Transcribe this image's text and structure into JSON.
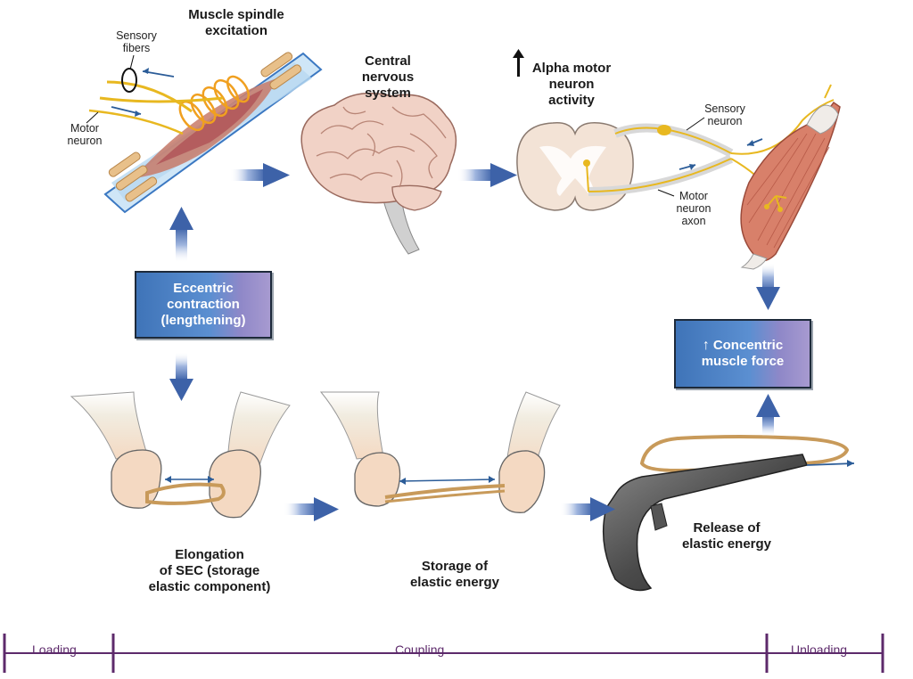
{
  "labels": {
    "spindle": [
      "Muscle spindle",
      "excitation"
    ],
    "sensory_fibers": [
      "Sensory",
      "fibers"
    ],
    "motor_neuron": [
      "Motor",
      "neuron"
    ],
    "cns": [
      "Central",
      "nervous",
      "system"
    ],
    "alpha": [
      "Alpha motor",
      "neuron",
      "activity"
    ],
    "sensory_neuron": [
      "Sensory",
      "neuron"
    ],
    "motor_axon": [
      "Motor",
      "neuron",
      "axon"
    ],
    "elongation": [
      "Elongation",
      "of SEC (storage",
      "elastic component)"
    ],
    "storage": [
      "Storage of",
      "elastic energy"
    ],
    "release": [
      "Release of",
      "elastic energy"
    ]
  },
  "boxes": {
    "eccentric": [
      "Eccentric",
      "contraction",
      "(lengthening)"
    ],
    "concentric": [
      "Concentric",
      "muscle force"
    ]
  },
  "phases": {
    "loading": "Loading",
    "coupling": "Coupling",
    "unloading": "Unloading"
  },
  "colors": {
    "arrow": "#4a6fb0",
    "box_blue": "#4a7fc1",
    "phase_line": "#5d2a6b",
    "nerve": "#e8b820",
    "muscle": "#c8604a",
    "skin": "#f4d9c2",
    "band": "#c89a5a"
  }
}
